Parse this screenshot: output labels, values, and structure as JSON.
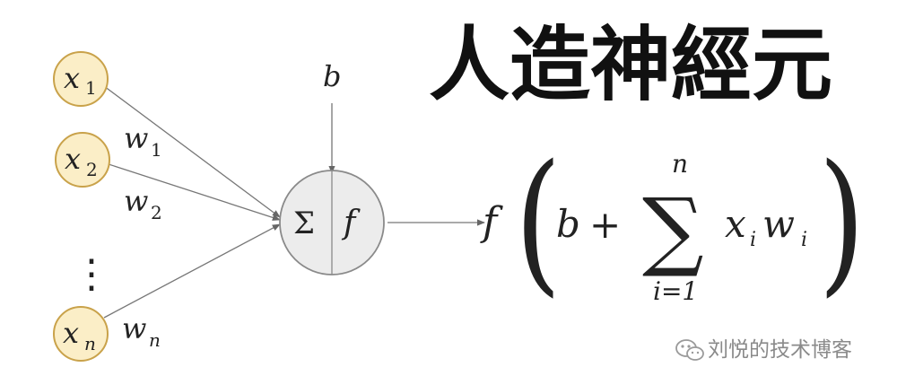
{
  "title": "人造神經元",
  "inputs": [
    {
      "symbol": "x",
      "index": "1"
    },
    {
      "symbol": "x",
      "index": "2"
    },
    {
      "symbol": "x",
      "index": "n"
    }
  ],
  "ellipsis": "⋮",
  "weights": [
    {
      "symbol": "w",
      "index": "1"
    },
    {
      "symbol": "w",
      "index": "2"
    },
    {
      "symbol": "w",
      "index": "n"
    }
  ],
  "bias": "b",
  "neuron": {
    "sum_symbol": "Σ",
    "activation_symbol": "f"
  },
  "formula": {
    "function": "f",
    "open_paren": "(",
    "bias": "b",
    "plus": "+",
    "sum_symbol": "∑",
    "upper_limit": "n",
    "lower_limit": "i=1",
    "term_x": "x",
    "term_x_index": "i",
    "term_w": "w",
    "term_w_index": "i",
    "close_paren": ")"
  },
  "watermark": "刘悦的技术博客",
  "colors": {
    "input_fill": "#fbeec7",
    "input_stroke": "#c9a24a",
    "neuron_fill": "#ececec",
    "neuron_stroke": "#8a8a8a",
    "line": "#777777"
  }
}
